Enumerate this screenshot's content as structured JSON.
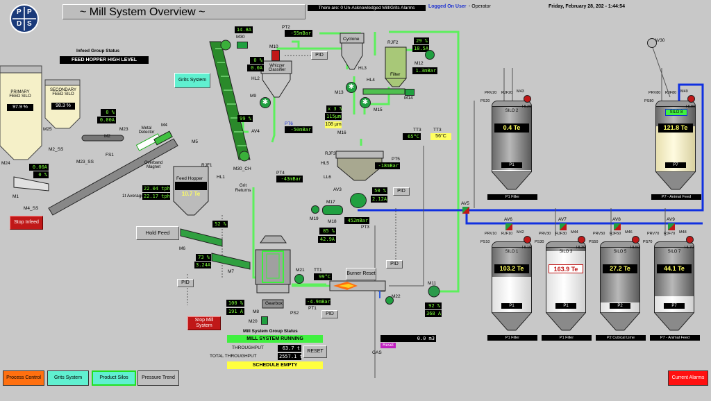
{
  "header": {
    "logo_letters": [
      "P",
      "P",
      "D",
      "S"
    ],
    "title": "~ Mill System Overview ~",
    "alarm_status": "There are: 0 Un-Acknowledged Mill/Grits Alarms",
    "logged_on_label": "Logged On User",
    "user": "- Operator",
    "datetime": "Friday, February 28, 202 - 1:44:54"
  },
  "infeed": {
    "group_status_title": "Infeed Group Status",
    "status": "FEED HOPPER HIGH LEVEL",
    "primary_silo_label": "PRIMARY FEED SILO",
    "primary_silo_value": "97.9 %",
    "secondary_silo_label": "SECONDARY FEED SILO",
    "secondary_silo_value": "98.3 %",
    "m25_pct": "0 %",
    "m25_val": "0.00A",
    "m24_val": "0.00A",
    "m24_pct": "0 %",
    "belt_rate": "22.04 tph",
    "avg_label": "1t Average",
    "avg_rate": "22.17 tph",
    "feed_hopper_label": "Feed Hopper",
    "feed_hopper_value": "10.7 Te",
    "metal_detector": "Metal Detector",
    "overband_magnet": "Overband Magnet",
    "stop_infeed": "Stop Infeed",
    "hold_feed": "Hold Feed",
    "m6_pct": "52 %",
    "m7_pct": "73 %",
    "m7_amp": "3.24A"
  },
  "mill": {
    "m30_amp": "14.8A",
    "pt2_label": "PT2",
    "pt2_value": "-55mBar",
    "whizzer_label": "Whizzer Classifier",
    "m10_pct": "0 %",
    "m10_amp": "0.0A",
    "m9_pct": "99 %",
    "grits_system": "Grits System",
    "pt6_label": "PT6",
    "pt6_value": "-50mBar",
    "pt4_label": "PT4",
    "pt4_value": "-43mBar",
    "grit_returns": "Grit Returns",
    "m30_ch": "M30_CH",
    "av4": "AV4",
    "tt1_label": "TT1",
    "tt1_value": "99°C",
    "pt1_label": "PT1",
    "pt1_value": "-4.9mBar",
    "m8_pct": "100 %",
    "m8_amp": "191 A",
    "gearbox": "Gearbox",
    "stop_mill": "Stop Mill System",
    "burner_reset": "Burner Reset",
    "m11_pct": "92 %",
    "m11_amp": "368 A",
    "gas_value": "0.0 m3",
    "gas_label": "GAS",
    "reset_small": "Reset"
  },
  "cyclone": {
    "label": "Cyclone",
    "hl3": "HL3",
    "m13": "M13",
    "m16": "M16",
    "m15": "M15",
    "hl4": "HL4",
    "filter": "Filter",
    "rjf2": "RJF2",
    "m12_pct": "29 %",
    "m12_amp": "18.5A",
    "m12_press": "1.3mBar",
    "m14": "M14",
    "x_pct": "x 3 %",
    "um_value": "115µm",
    "throughput_um": "108 µm",
    "tt3_label": "TT3",
    "tt3_value": "65°C",
    "tt3b_value": "56°C",
    "pt5_value": "-18mBar",
    "pt5_label": "PT5",
    "m17_pct": "50 %",
    "m17_amp": "2.12A",
    "m18_pct": "85 %",
    "m18_amp": "42.9A",
    "pt3_value": "452mBar",
    "pt3_label": "PT3",
    "m19": "M19",
    "m17": "M17",
    "m18": "M18",
    "hl5": "HL5",
    "ll6": "LL6",
    "rjf3": "RJF3",
    "av3": "AV3"
  },
  "mill_group": {
    "title": "Mill System Group Status",
    "status": "MILL SYSTEM RUNNING",
    "throughput_label": "THROUGHPUT",
    "throughput_value": "63.7 t",
    "total_label": "TOTAL THROUGHPUT",
    "total_value": "2557.1 t",
    "reset": "RESET",
    "schedule": "SCHEDULE EMPTY"
  },
  "silos": [
    {
      "name": "SILO 2",
      "value": "0.4 Te",
      "plate": "P1",
      "caption": "P1 Filler",
      "fill": 0.02
    },
    {
      "name": "SILO 8",
      "value": "121.8 Te",
      "plate": "P7",
      "caption": "P7 - Animal Feed",
      "fill": 0.7
    },
    {
      "name": "SILO 1",
      "value": "103.2 Te",
      "plate": "P1",
      "caption": "P1 Filler",
      "fill": 0.55
    },
    {
      "name": "SILO 3",
      "value": "163.9 Te",
      "plate": "P1",
      "caption": "P1 Filler",
      "fill": 0.95
    },
    {
      "name": "SILO 5",
      "value": "27.2 Te",
      "plate": "P2",
      "caption": "P2 Cubical Lime",
      "fill": 0.15
    },
    {
      "name": "SILO 7",
      "value": "44.1 Te",
      "plate": "P7",
      "caption": "P7 - Animal Feed",
      "fill": 0.25
    }
  ],
  "valves": [
    "AV5",
    "AV6",
    "AV7",
    "AV8",
    "AV9",
    "AV30"
  ],
  "pid_label": "PID",
  "nav": {
    "process_control": "Process Control",
    "grits_system": "Grits System",
    "product_silos": "Product Silos",
    "pressure_trend": "Pressure Trend",
    "current_alarms": "Current Alarms"
  },
  "colors": {
    "background": "#c8c8c8",
    "green_pipe": "#5cf05c",
    "blue_pipe": "#1030e0",
    "motor_green": "#20a040",
    "alarm_red": "#c01818",
    "lcd_text": "#7cff3a"
  }
}
